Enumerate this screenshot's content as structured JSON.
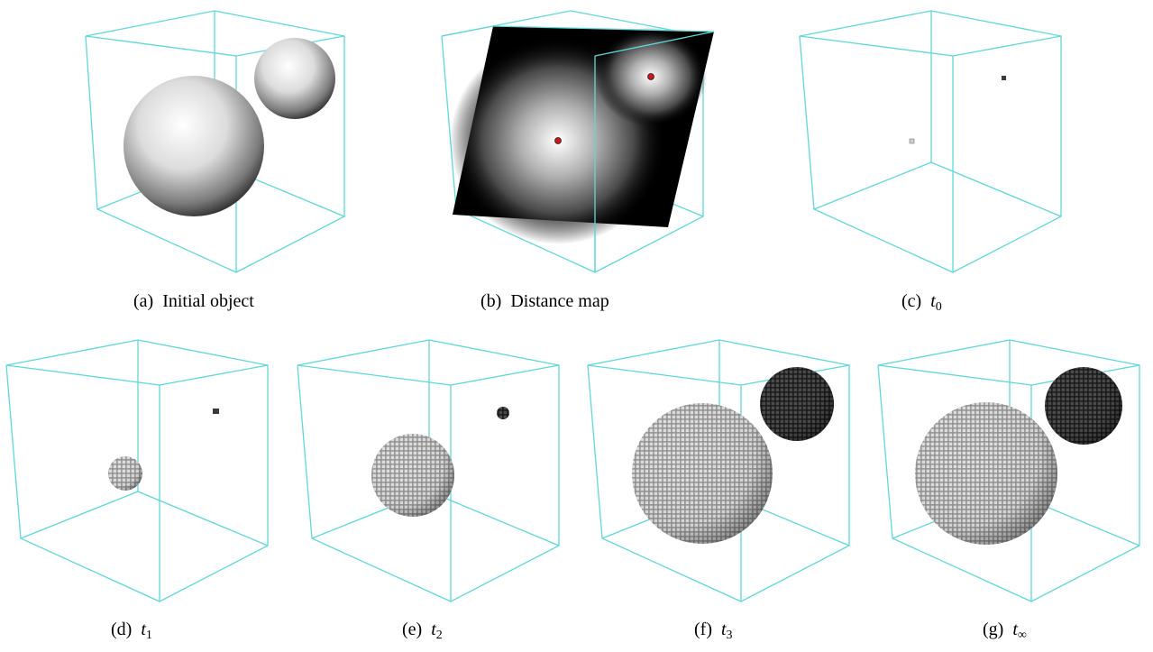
{
  "figure": {
    "panels": [
      {
        "id": "a",
        "label": "(a)",
        "text": "Initial object"
      },
      {
        "id": "b",
        "label": "(b)",
        "text": "Distance map"
      },
      {
        "id": "c",
        "label": "(c)",
        "sym": "t",
        "sub": "0"
      },
      {
        "id": "d",
        "label": "(d)",
        "sym": "t",
        "sub": "1"
      },
      {
        "id": "e",
        "label": "(e)",
        "sym": "t",
        "sub": "2"
      },
      {
        "id": "f",
        "label": "(f)",
        "sym": "t",
        "sub": "3"
      },
      {
        "id": "g",
        "label": "(g)",
        "sym": "t",
        "sub": "∞"
      }
    ]
  },
  "colors": {
    "cube_edge": "#5fd8d8",
    "sphere_light": "#ffffff",
    "sphere_dark": "#2a2a2a",
    "voxel_light": "#d6d6d6",
    "voxel_dark": "#3a3a3a",
    "map_background": "#000000",
    "seed_point": "#c81818"
  }
}
